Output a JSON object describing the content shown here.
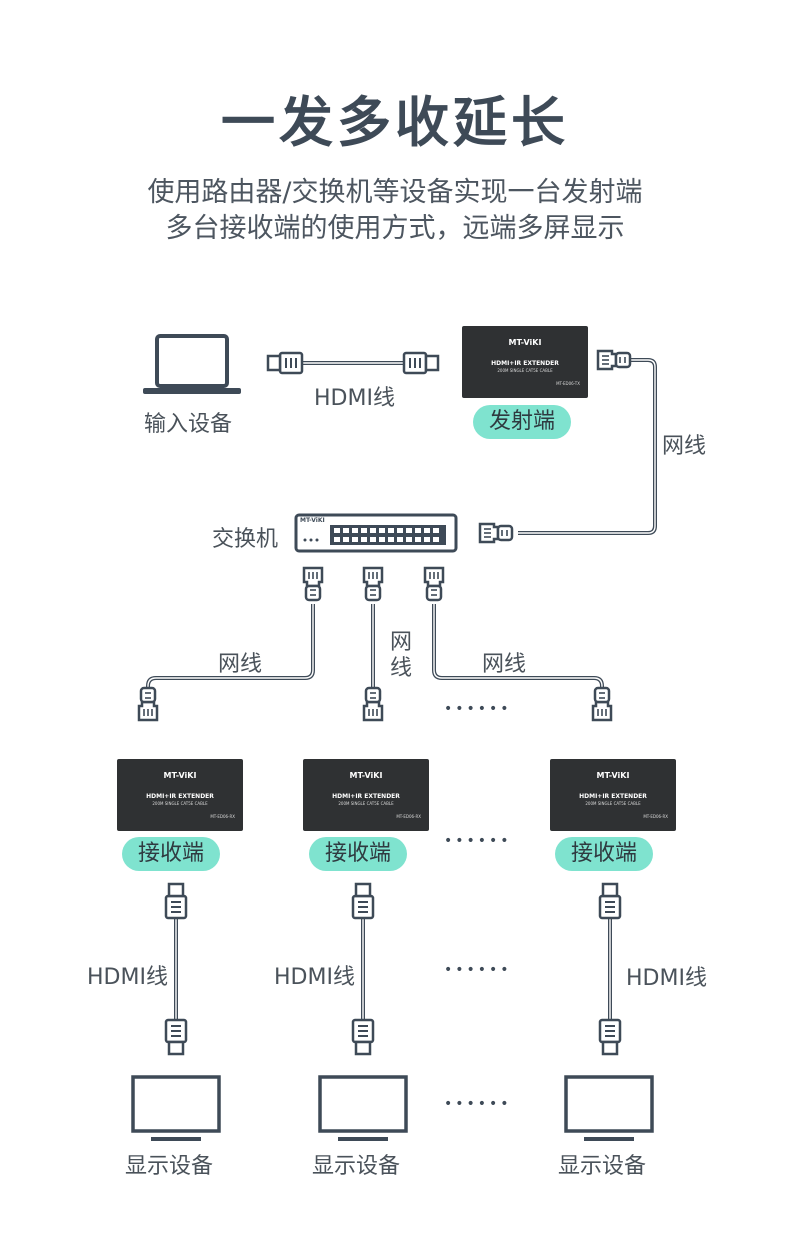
{
  "header": {
    "title": "一发多收延长",
    "subtitle_line1": "使用路由器/交换机等设备实现一台发射端",
    "subtitle_line2": "多台接收端的使用方式，远端多屏显示"
  },
  "labels": {
    "input_device": "输入设备",
    "hdmi_cable": "HDMI线",
    "transmitter": "发射端",
    "network_cable": "网线",
    "network_cable_vertical_1": "网",
    "network_cable_vertical_2": "线",
    "switch": "交换机",
    "receiver": "接收端",
    "display_device": "显示设备",
    "ellipsis": "••••••"
  },
  "device": {
    "brand": "MT-ViKI",
    "name": "HDMI+IR EXTENDER",
    "spec": "200M SINGLE CAT5E CABLE",
    "tx_model": "MT-ED06-TX",
    "rx_model": "MT-ED06-RX",
    "switch_brand": "MT-ViKI"
  },
  "colors": {
    "accent_pill": "#7fe3cf",
    "device_body": "#2f3133",
    "line": "#3e4a57"
  },
  "icons": [
    "laptop-icon",
    "hdmi-plug-icon",
    "rj45-plug-icon",
    "network-switch-icon",
    "monitor-icon"
  ]
}
